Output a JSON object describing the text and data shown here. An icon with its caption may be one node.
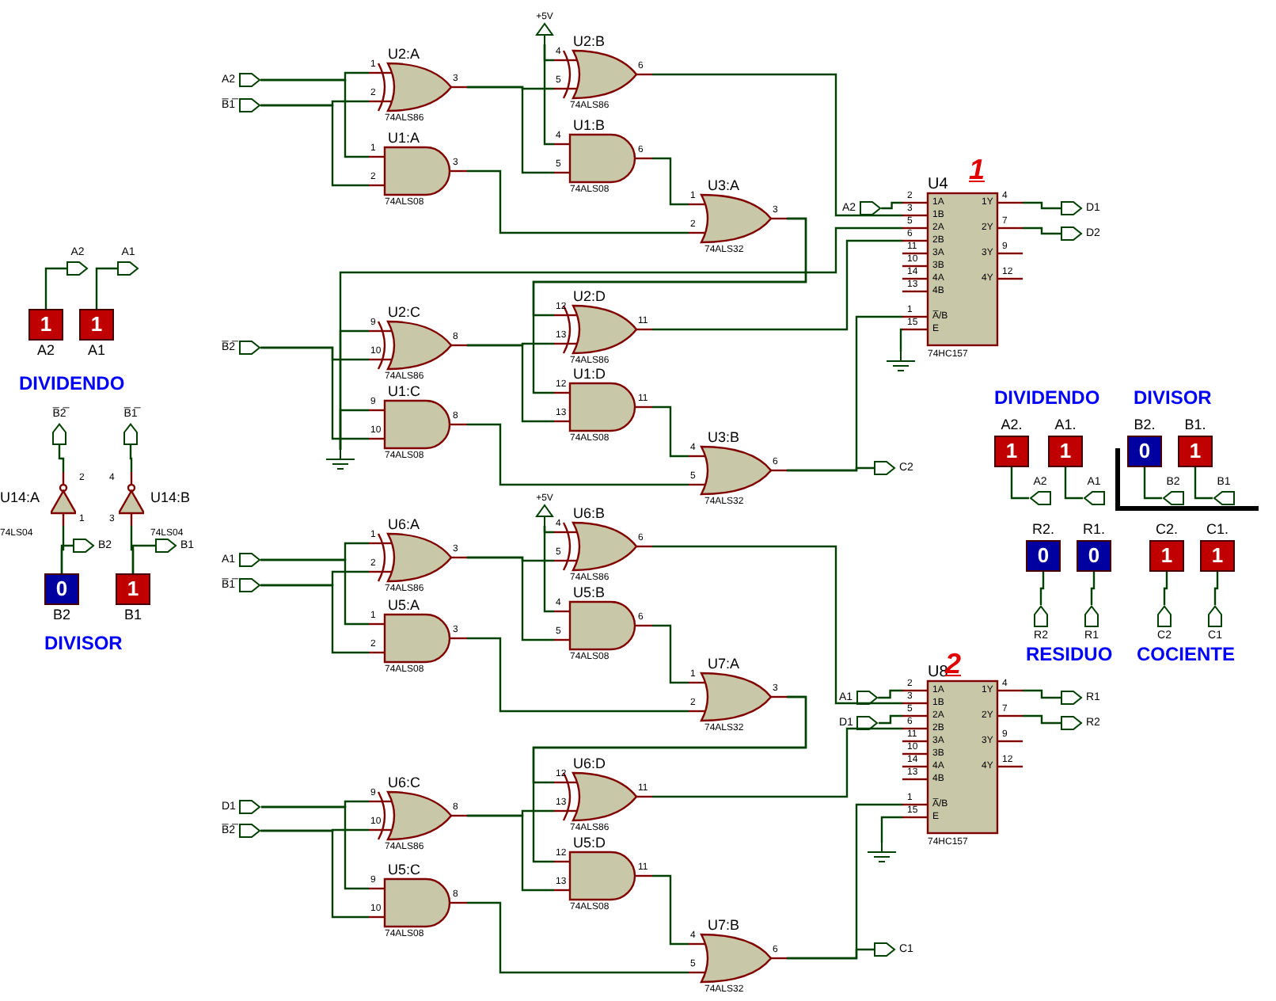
{
  "diagram": {
    "nodes": [
      {
        "text": [
          "1"
        ],
        "beside": [
          "A2"
        ]
      },
      {
        "text": [
          "1"
        ],
        "beside": [
          "A1"
        ]
      },
      {
        "text": [
          "A2"
        ]
      },
      {
        "text": [
          "A1"
        ]
      },
      {
        "text": [
          "0"
        ],
        "beside": [
          "B2"
        ]
      },
      {
        "text": [
          "1"
        ],
        "beside": [
          "B1"
        ]
      },
      {
        "text": [
          "U14:A"
        ],
        "beside": [
          "74LS04",
          "2",
          "1"
        ]
      },
      {
        "text": [
          "U14:B"
        ],
        "beside": [
          "74LS04",
          "4",
          "3"
        ]
      },
      {
        "text": [
          "B̅2̅"
        ]
      },
      {
        "text": [
          "B̅1̅"
        ]
      },
      {
        "text": [
          "B2"
        ]
      },
      {
        "text": [
          "B1"
        ]
      },
      {
        "text": [
          "A2"
        ]
      },
      {
        "text": [
          "B̅1̅"
        ]
      },
      {
        "text": [
          "U2:A"
        ],
        "beside": [
          "74ALS86",
          "1",
          "2",
          "3"
        ]
      },
      {
        "text": [
          "U1:A"
        ],
        "beside": [
          "74ALS08",
          "1",
          "2",
          "3"
        ]
      },
      {
        "text": [
          "+5V"
        ]
      },
      {
        "text": [
          "U2:B"
        ],
        "beside": [
          "74ALS86",
          "4",
          "5",
          "6"
        ]
      },
      {
        "text": [
          "U1:B"
        ],
        "beside": [
          "74ALS08",
          "4",
          "5",
          "6"
        ]
      },
      {
        "text": [
          "U3:A"
        ],
        "beside": [
          "74ALS32",
          "1",
          "2",
          "3"
        ]
      },
      {
        "text": [
          "B̅2̅"
        ]
      },
      {
        "text": [],
        "shape": "ground"
      },
      {
        "text": [
          "U2:C"
        ],
        "beside": [
          "74ALS86",
          "9",
          "10",
          "8"
        ]
      },
      {
        "text": [
          "U1:C"
        ],
        "beside": [
          "74ALS08",
          "9",
          "10",
          "8"
        ]
      },
      {
        "text": [
          "U2:D"
        ],
        "beside": [
          "74ALS86",
          "12",
          "13",
          "11"
        ]
      },
      {
        "text": [
          "U1:D"
        ],
        "beside": [
          "74ALS08",
          "12",
          "13",
          "11"
        ]
      },
      {
        "text": [
          "U3:B"
        ],
        "beside": [
          "74ALS32",
          "4",
          "5",
          "6"
        ]
      },
      {
        "text": [
          "C2"
        ]
      },
      {
        "text": [
          "U4",
          "1A",
          "1B",
          "2A",
          "2B",
          "3A",
          "3B",
          "4A",
          "4B",
          "A̅/B",
          "E",
          "1Y",
          "2Y",
          "3Y",
          "4Y"
        ],
        "beside": [
          "74HC157",
          "2",
          "3",
          "5",
          "6",
          "11",
          "10",
          "14",
          "13",
          "1",
          "15",
          "4",
          "7",
          "9",
          "12"
        ]
      },
      {
        "text": [
          "A2"
        ]
      },
      {
        "text": [
          "D1"
        ]
      },
      {
        "text": [
          "D2"
        ]
      },
      {
        "text": [],
        "shape": "ground"
      },
      {
        "text": [
          "+5V"
        ]
      },
      {
        "text": [
          "A1"
        ]
      },
      {
        "text": [
          "B̅1̅"
        ]
      },
      {
        "text": [
          "U6:A"
        ],
        "beside": [
          "74ALS86",
          "1",
          "2",
          "3"
        ]
      },
      {
        "text": [
          "U5:A"
        ],
        "beside": [
          "74ALS08",
          "1",
          "2",
          "3"
        ]
      },
      {
        "text": [
          "U6:B"
        ],
        "beside": [
          "74ALS86",
          "4",
          "5",
          "6"
        ]
      },
      {
        "text": [
          "U5:B"
        ],
        "beside": [
          "74ALS08",
          "4",
          "5",
          "6"
        ]
      },
      {
        "text": [
          "U7:A"
        ],
        "beside": [
          "74ALS32",
          "1",
          "2",
          "3"
        ]
      },
      {
        "text": [
          "D1"
        ]
      },
      {
        "text": [
          "B̅2̅"
        ]
      },
      {
        "text": [
          "U6:C"
        ],
        "beside": [
          "74ALS86",
          "9",
          "10",
          "8"
        ]
      },
      {
        "text": [
          "U5:C"
        ],
        "beside": [
          "74ALS08",
          "9",
          "10",
          "8"
        ]
      },
      {
        "text": [
          "U6:D"
        ],
        "beside": [
          "74ALS86",
          "12",
          "13",
          "11"
        ]
      },
      {
        "text": [
          "U5:D"
        ],
        "beside": [
          "74ALS08",
          "12",
          "13",
          "11"
        ]
      },
      {
        "text": [
          "U7:B"
        ],
        "beside": [
          "74ALS32",
          "4",
          "5",
          "6"
        ]
      },
      {
        "text": [
          "C1"
        ]
      },
      {
        "text": [
          "U8",
          "1A",
          "1B",
          "2A",
          "2B",
          "3A",
          "3B",
          "4A",
          "4B",
          "A̅/B",
          "E",
          "1Y",
          "2Y",
          "3Y",
          "4Y"
        ],
        "beside": [
          "74HC157",
          "2",
          "3",
          "5",
          "6",
          "11",
          "10",
          "14",
          "13",
          "1",
          "15",
          "4",
          "7",
          "9",
          "12"
        ]
      },
      {
        "text": [
          "A1"
        ]
      },
      {
        "text": [
          "D1"
        ]
      },
      {
        "text": [
          "R1"
        ]
      },
      {
        "text": [
          "R2"
        ]
      },
      {
        "text": [],
        "shape": "ground"
      },
      {
        "text": [
          "1"
        ],
        "beside": [
          "A2."
        ]
      },
      {
        "text": [
          "1"
        ],
        "beside": [
          "A1."
        ]
      },
      {
        "text": [
          "0"
        ],
        "beside": [
          "B2."
        ]
      },
      {
        "text": [
          "1"
        ],
        "beside": [
          "B1."
        ]
      },
      {
        "text": [
          "A2"
        ]
      },
      {
        "text": [
          "A1"
        ]
      },
      {
        "text": [
          "B2"
        ]
      },
      {
        "text": [
          "B1"
        ]
      },
      {
        "text": [
          "0"
        ],
        "beside": [
          "R2."
        ]
      },
      {
        "text": [
          "0"
        ],
        "beside": [
          "R1."
        ]
      },
      {
        "text": [
          "1"
        ],
        "beside": [
          "C2."
        ]
      },
      {
        "text": [
          "1"
        ],
        "beside": [
          "C1."
        ]
      },
      {
        "text": [
          "R2"
        ]
      },
      {
        "text": [
          "R1"
        ]
      },
      {
        "text": [
          "C2"
        ]
      },
      {
        "text": [
          "C1"
        ]
      }
    ],
    "edges": [
      {
        "from": 0,
        "to": 2,
        "arrow": "none"
      },
      {
        "from": 1,
        "to": 3,
        "arrow": "none"
      },
      {
        "from": 4,
        "to": 6,
        "arrow": "none"
      },
      {
        "from": 5,
        "to": 7,
        "arrow": "none"
      },
      {
        "from": 6,
        "to": 8,
        "arrow": "none"
      },
      {
        "from": 7,
        "to": 9,
        "arrow": "none"
      },
      {
        "from": 4,
        "to": 10,
        "arrow": "none"
      },
      {
        "from": 5,
        "to": 11,
        "arrow": "none"
      },
      {
        "from": 12,
        "to": 14,
        "arrow": "none"
      },
      {
        "from": 12,
        "to": 15,
        "arrow": "none"
      },
      {
        "from": 13,
        "to": 14,
        "arrow": "none"
      },
      {
        "from": 13,
        "to": 15,
        "arrow": "none"
      },
      {
        "from": 16,
        "to": 17,
        "arrow": "none"
      },
      {
        "from": 16,
        "to": 18,
        "arrow": "none"
      },
      {
        "from": 14,
        "to": 17,
        "arrow": "none"
      },
      {
        "from": 14,
        "to": 18,
        "arrow": "none"
      },
      {
        "from": 18,
        "to": 19,
        "arrow": "none"
      },
      {
        "from": 15,
        "to": 19,
        "arrow": "none"
      },
      {
        "from": 17,
        "to": 28,
        "arrow": "none"
      },
      {
        "from": 19,
        "to": 24,
        "arrow": "none"
      },
      {
        "from": 19,
        "to": 25,
        "arrow": "none"
      },
      {
        "from": 21,
        "to": 22,
        "arrow": "none"
      },
      {
        "from": 21,
        "to": 23,
        "arrow": "none"
      },
      {
        "from": 20,
        "to": 22,
        "arrow": "none"
      },
      {
        "from": 20,
        "to": 23,
        "arrow": "none"
      },
      {
        "from": 21,
        "to": 28,
        "arrow": "none"
      },
      {
        "from": 22,
        "to": 24,
        "arrow": "none"
      },
      {
        "from": 22,
        "to": 25,
        "arrow": "none"
      },
      {
        "from": 25,
        "to": 26,
        "arrow": "none"
      },
      {
        "from": 23,
        "to": 26,
        "arrow": "none"
      },
      {
        "from": 24,
        "to": 28,
        "arrow": "none"
      },
      {
        "from": 26,
        "to": 27,
        "arrow": "none"
      },
      {
        "from": 26,
        "to": 28,
        "arrow": "none"
      },
      {
        "from": 29,
        "to": 28,
        "arrow": "none"
      },
      {
        "from": 28,
        "to": 30,
        "arrow": "none"
      },
      {
        "from": 28,
        "to": 31,
        "arrow": "none"
      },
      {
        "from": 28,
        "to": 32,
        "arrow": "none"
      },
      {
        "from": 34,
        "to": 36,
        "arrow": "none"
      },
      {
        "from": 34,
        "to": 37,
        "arrow": "none"
      },
      {
        "from": 35,
        "to": 36,
        "arrow": "none"
      },
      {
        "from": 35,
        "to": 37,
        "arrow": "none"
      },
      {
        "from": 33,
        "to": 38,
        "arrow": "none"
      },
      {
        "from": 33,
        "to": 39,
        "arrow": "none"
      },
      {
        "from": 36,
        "to": 38,
        "arrow": "none"
      },
      {
        "from": 36,
        "to": 39,
        "arrow": "none"
      },
      {
        "from": 39,
        "to": 40,
        "arrow": "none"
      },
      {
        "from": 37,
        "to": 40,
        "arrow": "none"
      },
      {
        "from": 38,
        "to": 49,
        "arrow": "none"
      },
      {
        "from": 40,
        "to": 45,
        "arrow": "none"
      },
      {
        "from": 40,
        "to": 46,
        "arrow": "none"
      },
      {
        "from": 41,
        "to": 43,
        "arrow": "none"
      },
      {
        "from": 41,
        "to": 44,
        "arrow": "none"
      },
      {
        "from": 42,
        "to": 43,
        "arrow": "none"
      },
      {
        "from": 42,
        "to": 44,
        "arrow": "none"
      },
      {
        "from": 43,
        "to": 45,
        "arrow": "none"
      },
      {
        "from": 43,
        "to": 46,
        "arrow": "none"
      },
      {
        "from": 46,
        "to": 47,
        "arrow": "none"
      },
      {
        "from": 44,
        "to": 47,
        "arrow": "none"
      },
      {
        "from": 47,
        "to": 48,
        "arrow": "none"
      },
      {
        "from": 47,
        "to": 49,
        "arrow": "none"
      },
      {
        "from": 45,
        "to": 49,
        "arrow": "none"
      },
      {
        "from": 50,
        "to": 49,
        "arrow": "none"
      },
      {
        "from": 51,
        "to": 49,
        "arrow": "none"
      },
      {
        "from": 49,
        "to": 52,
        "arrow": "none"
      },
      {
        "from": 49,
        "to": 53,
        "arrow": "none"
      },
      {
        "from": 49,
        "to": 54,
        "arrow": "none"
      },
      {
        "from": 55,
        "to": 59,
        "arrow": "none"
      },
      {
        "from": 56,
        "to": 60,
        "arrow": "none"
      },
      {
        "from": 57,
        "to": 61,
        "arrow": "none"
      },
      {
        "from": 58,
        "to": 62,
        "arrow": "none"
      },
      {
        "from": 63,
        "to": 67,
        "arrow": "none"
      },
      {
        "from": 64,
        "to": 68,
        "arrow": "none"
      },
      {
        "from": 65,
        "to": 69,
        "arrow": "none"
      },
      {
        "from": 66,
        "to": 70,
        "arrow": "none"
      }
    ],
    "labels": [
      "1",
      "DIVIDENDO",
      "DIVIDENDO",
      "DIVISOR",
      "DIVISOR",
      "RESIDUO",
      "COCIENTE",
      "2"
    ]
  }
}
